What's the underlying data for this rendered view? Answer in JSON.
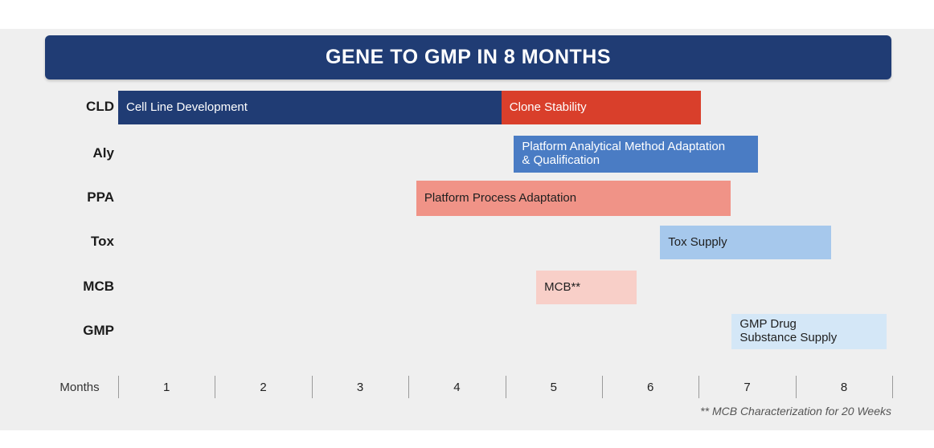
{
  "title": "GENE TO GMP IN 8 MONTHS",
  "colors": {
    "header_navy": "#203c74",
    "bar_navy": "#203c74",
    "bar_red": "#d93f2b",
    "bar_blue": "#4a7cc4",
    "bar_salmon": "#f09387",
    "bar_light_blue": "#a6c8ec",
    "bar_pink": "#f8cfc8",
    "bar_pale_blue": "#d4e7f7",
    "slide_background": "#efefef"
  },
  "rows": [
    {
      "label": "CLD"
    },
    {
      "label": "Aly"
    },
    {
      "label": "PPA"
    },
    {
      "label": "Tox"
    },
    {
      "label": "MCB"
    },
    {
      "label": "GMP"
    }
  ],
  "bars": [
    {
      "row": "CLD",
      "label": "Cell Line Development",
      "start_month": 0.0,
      "end_month": 3.96
    },
    {
      "row": "CLD",
      "label": "Clone Stability",
      "start_month": 3.96,
      "end_month": 6.02
    },
    {
      "row": "Aly",
      "label": "Platform Analytical Method Adaptation\n& Qualification",
      "start_month": 4.09,
      "end_month": 6.61
    },
    {
      "row": "PPA",
      "label": "Platform Process Adaptation",
      "start_month": 3.08,
      "end_month": 6.33
    },
    {
      "row": "Tox",
      "label": "Tox Supply",
      "start_month": 5.6,
      "end_month": 7.37
    },
    {
      "row": "MCB",
      "label": "MCB**",
      "start_month": 4.32,
      "end_month": 5.36
    },
    {
      "row": "GMP",
      "label": "GMP Drug\nSubstance Supply",
      "start_month": 6.34,
      "end_month": 7.94
    }
  ],
  "axis": {
    "label": "Months",
    "ticks": [
      "1",
      "2",
      "3",
      "4",
      "5",
      "6",
      "7",
      "8"
    ],
    "unit_label": "Months"
  },
  "footnote": "** MCB Characterization for 20 Weeks",
  "chart_data": {
    "type": "bar",
    "title": "GENE TO GMP IN 8 MONTHS",
    "xlabel": "Months",
    "ylabel": "",
    "xlim": [
      0,
      8
    ],
    "grid": false,
    "legend": "none",
    "categories": [
      "CLD",
      "Aly",
      "PPA",
      "Tox",
      "MCB",
      "GMP"
    ],
    "tasks": [
      {
        "category": "CLD",
        "name": "Cell Line Development",
        "start": 0.0,
        "end": 4.0,
        "duration": 4.0,
        "color": "#203c74"
      },
      {
        "category": "CLD",
        "name": "Clone Stability",
        "start": 4.0,
        "end": 6.0,
        "duration": 2.0,
        "color": "#d93f2b"
      },
      {
        "category": "Aly",
        "name": "Platform Analytical Method Adaptation & Qualification",
        "start": 4.1,
        "end": 6.6,
        "duration": 2.5,
        "color": "#4a7cc4"
      },
      {
        "category": "PPA",
        "name": "Platform Process Adaptation",
        "start": 3.1,
        "end": 6.3,
        "duration": 3.2,
        "color": "#f09387"
      },
      {
        "category": "Tox",
        "name": "Tox Supply",
        "start": 5.6,
        "end": 7.4,
        "duration": 1.8,
        "color": "#a6c8ec"
      },
      {
        "category": "MCB",
        "name": "MCB**",
        "start": 4.3,
        "end": 5.4,
        "duration": 1.1,
        "color": "#f8cfc8"
      },
      {
        "category": "GMP",
        "name": "GMP Drug Substance Supply",
        "start": 6.3,
        "end": 7.9,
        "duration": 1.6,
        "color": "#d4e7f7"
      }
    ],
    "annotations": [
      "** MCB Characterization for 20 Weeks"
    ]
  }
}
